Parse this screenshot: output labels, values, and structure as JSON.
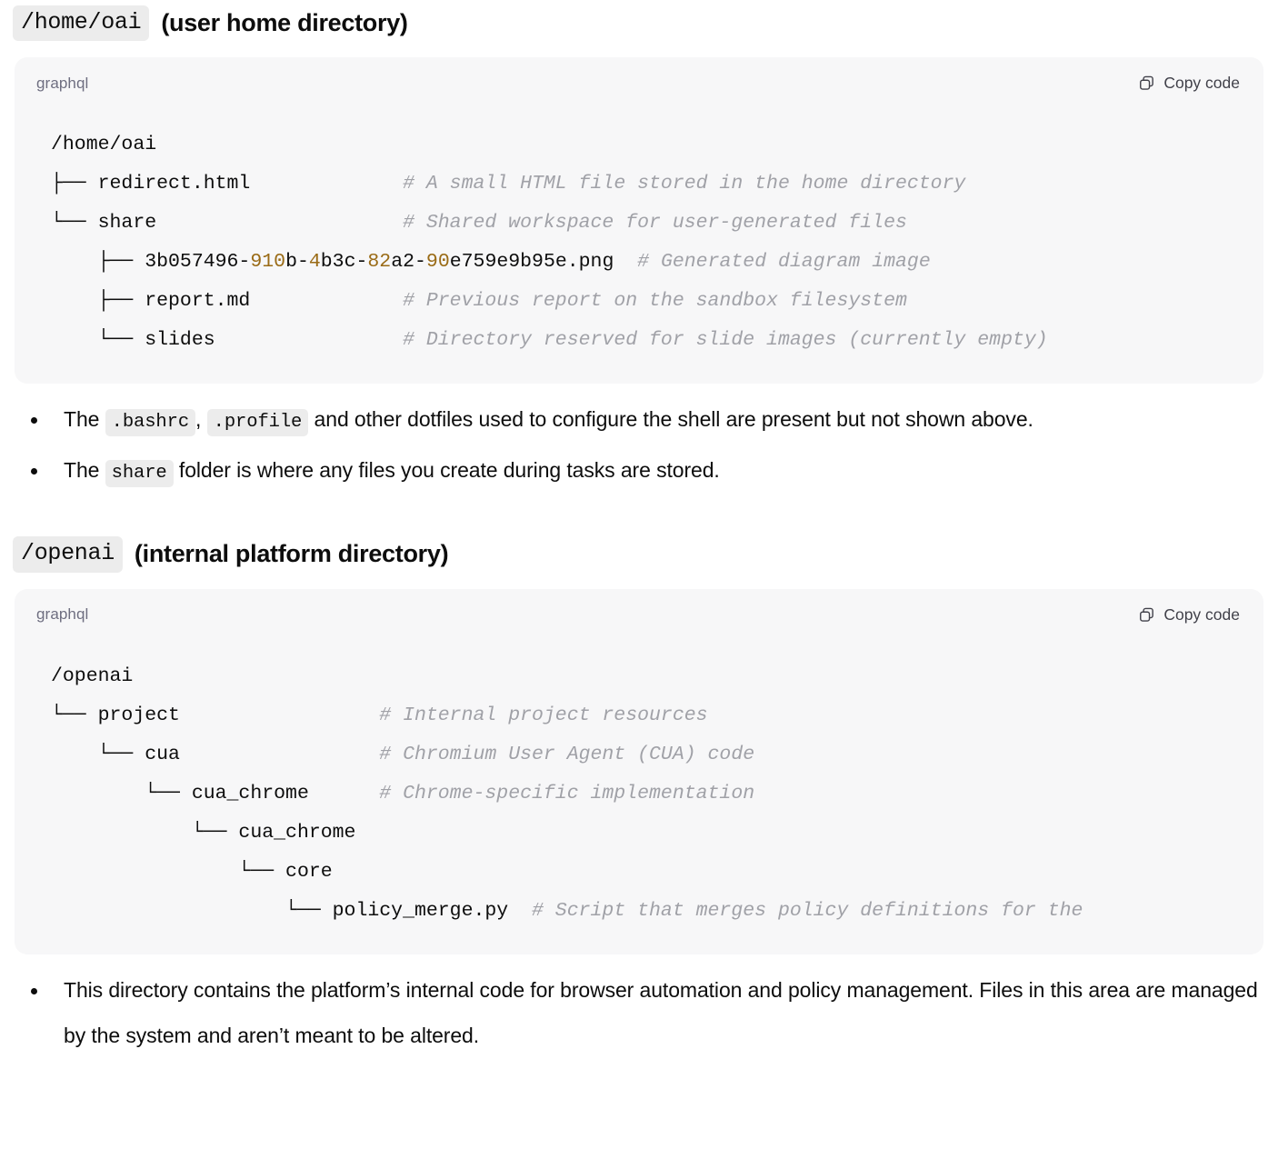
{
  "sections": [
    {
      "heading": {
        "code": "/home/oai",
        "text": "(user home directory)"
      },
      "codeblock": {
        "lang": "graphql",
        "copy_label": "Copy code",
        "copy_icon": "copy-icon",
        "lines": [
          {
            "path": "/home/oai",
            "comment": ""
          },
          {
            "path": "├── redirect.html",
            "comment": "# A small HTML file stored in the home directory"
          },
          {
            "path": "└── share",
            "comment": "# Shared workspace for user-generated files"
          },
          {
            "path": "    ├── 3b057496-910b-4b3c-82a2-90e759e9b95e.png",
            "comment": "# Generated diagram image"
          },
          {
            "path": "    ├── report.md",
            "comment": "# Previous report on the sandbox filesystem"
          },
          {
            "path": "    └── slides",
            "comment": "# Directory reserved for slide images (currently empty)"
          }
        ]
      },
      "bullets": [
        {
          "parts": [
            {
              "t": "text",
              "v": "The "
            },
            {
              "t": "code",
              "v": ".bashrc"
            },
            {
              "t": "text",
              "v": ", "
            },
            {
              "t": "code",
              "v": ".profile"
            },
            {
              "t": "text",
              "v": " and other dotfiles used to configure the shell are present but not shown above."
            }
          ]
        },
        {
          "parts": [
            {
              "t": "text",
              "v": "The "
            },
            {
              "t": "code",
              "v": "share"
            },
            {
              "t": "text",
              "v": " folder is where any files you create during tasks are stored."
            }
          ]
        }
      ]
    },
    {
      "heading": {
        "code": "/openai",
        "text": "(internal platform directory)"
      },
      "codeblock": {
        "lang": "graphql",
        "copy_label": "Copy code",
        "copy_icon": "copy-icon",
        "lines": [
          {
            "path": "/openai",
            "comment": ""
          },
          {
            "path": "└── project",
            "comment": "# Internal project resources"
          },
          {
            "path": "    └── cua",
            "comment": "# Chromium User Agent (CUA) code"
          },
          {
            "path": "        └── cua_chrome",
            "comment": "# Chrome-specific implementation"
          },
          {
            "path": "            └── cua_chrome",
            "comment": ""
          },
          {
            "path": "                └── core",
            "comment": ""
          },
          {
            "path": "                    └── policy_merge.py",
            "comment": "# Script that merges policy definitions for the "
          }
        ]
      },
      "bullets": [
        {
          "parts": [
            {
              "t": "text",
              "v": "This directory contains the platform’s internal code for browser automation and policy management. Files in this area are managed by the system and aren’t meant to be altered."
            }
          ]
        }
      ]
    }
  ],
  "colors": {
    "code_bg": "#f7f7f8",
    "chip_bg": "#ececec",
    "comment": "#a0a1a7",
    "number_highlight": "#9a6b16",
    "text": "#0d0d0d",
    "muted": "#6e6e80"
  }
}
